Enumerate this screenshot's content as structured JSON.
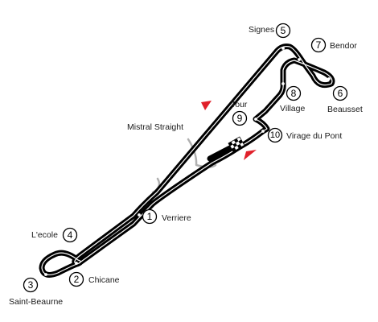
{
  "colors": {
    "track": "#000000",
    "track_center": "#ffffff",
    "pit_lane": "#b0b0b0",
    "direction_arrow": "#e0202a"
  },
  "icons": {
    "finish_line": "checkered-flag-icon",
    "direction": "red-triangle-arrow-icon"
  },
  "straights": [
    {
      "id": "mistral",
      "name": "Mistral Straight"
    }
  ],
  "corners": [
    {
      "id": "c1",
      "number": "1",
      "name": "Verriere"
    },
    {
      "id": "c2",
      "number": "2",
      "name": "Chicane"
    },
    {
      "id": "c3",
      "number": "3",
      "name": "Saint-Beaurne"
    },
    {
      "id": "c4",
      "number": "4",
      "name": "L'ecole"
    },
    {
      "id": "c5",
      "number": "5",
      "name": "Signes"
    },
    {
      "id": "c6",
      "number": "6",
      "name": "Beausset"
    },
    {
      "id": "c7",
      "number": "7",
      "name": "Bendor"
    },
    {
      "id": "c8",
      "number": "8",
      "name": "Village"
    },
    {
      "id": "c9",
      "number": "9",
      "name": "Tour"
    },
    {
      "id": "c10",
      "number": "10",
      "name": "Virage du Pont"
    }
  ]
}
